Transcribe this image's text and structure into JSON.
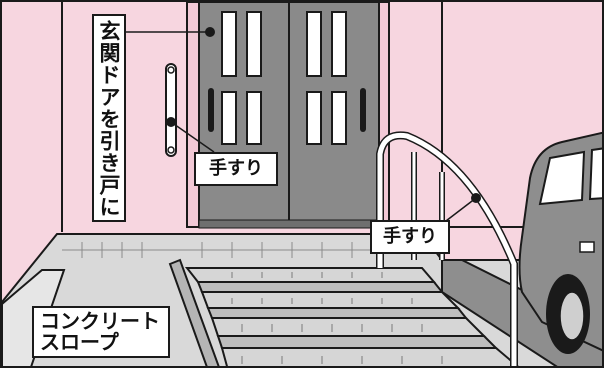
{
  "labels": {
    "entrance_door": "玄関ドアを引き戸に",
    "handrail_door": "手すり",
    "handrail_stairs": "手すり",
    "slope_line1": "コンクリート",
    "slope_line2": "スロープ"
  },
  "colors": {
    "wall": "#f7d6e0",
    "door": "#8a8a8a",
    "door_window": "#ffffff",
    "floor": "#cfcfcf",
    "step": "#d6d6d6",
    "outline": "#1a1a1a",
    "car": "#8e8e8e"
  },
  "icons": [
    "callout-dot-icon"
  ]
}
